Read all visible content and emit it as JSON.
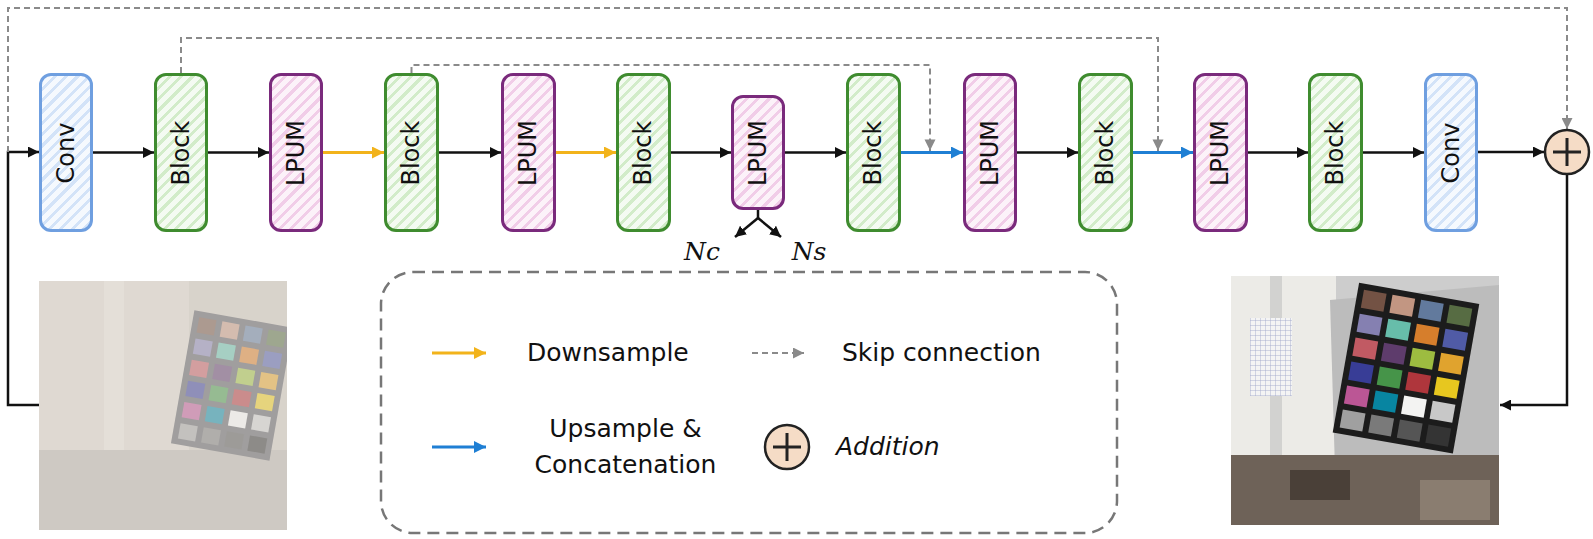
{
  "diagram": {
    "nodes": [
      {
        "text": [
          "Conv"
        ]
      },
      {
        "text": [
          "Block"
        ]
      },
      {
        "text": [
          "LPUM"
        ]
      },
      {
        "text": [
          "Block"
        ]
      },
      {
        "text": [
          "LPUM"
        ]
      },
      {
        "text": [
          "Block"
        ]
      },
      {
        "text": [
          "LPUM"
        ]
      },
      {
        "text": [
          "Block"
        ]
      },
      {
        "text": [
          "LPUM"
        ]
      },
      {
        "text": [
          "Block"
        ]
      },
      {
        "text": [
          "LPUM"
        ]
      },
      {
        "text": [
          "Block"
        ]
      },
      {
        "text": [
          "Conv"
        ]
      }
    ],
    "edges": [
      {
        "from": 0,
        "to": 1,
        "arrow": "to"
      },
      {
        "from": 1,
        "to": 2,
        "arrow": "to"
      },
      {
        "from": 2,
        "to": 3,
        "arrow": "to"
      },
      {
        "from": 3,
        "to": 4,
        "arrow": "to"
      },
      {
        "from": 4,
        "to": 5,
        "arrow": "to"
      },
      {
        "from": 5,
        "to": 6,
        "arrow": "to"
      },
      {
        "from": 6,
        "to": 7,
        "arrow": "to"
      },
      {
        "from": 7,
        "to": 8,
        "arrow": "to"
      },
      {
        "from": 8,
        "to": 9,
        "arrow": "to"
      },
      {
        "from": 9,
        "to": 10,
        "arrow": "to"
      },
      {
        "from": 10,
        "to": 11,
        "arrow": "to"
      },
      {
        "from": 11,
        "to": 12,
        "arrow": "to"
      },
      {
        "from": 1,
        "to": 10,
        "arrow": "to"
      },
      {
        "from": 3,
        "to": 8,
        "arrow": "to"
      }
    ],
    "labels": [
      "Nc",
      "Ns"
    ],
    "legend": [
      {
        "text": "Downsample"
      },
      {
        "text": "Skip connection"
      },
      {
        "text": "Upsample & Concatenation"
      },
      {
        "text": "Addition"
      }
    ]
  }
}
